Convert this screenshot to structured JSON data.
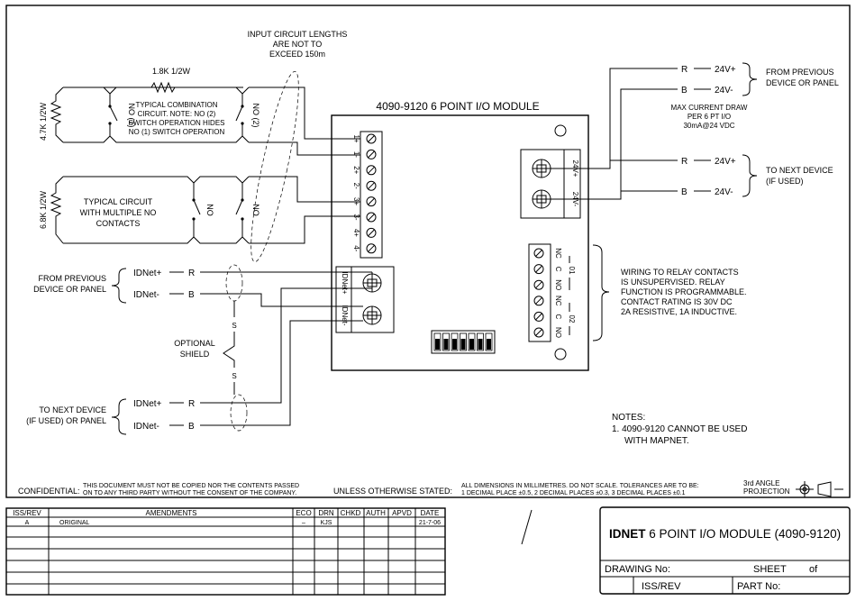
{
  "notes_top": {
    "input_lengths": [
      "INPUT CIRCUIT LENGTHS",
      "ARE NOT TO",
      "EXCEED 150m"
    ]
  },
  "resistors": {
    "r_1_8k": "1.8K 1/2W",
    "r_4_7k": "4.7K 1/2W",
    "r_6_8k": "6.8K 1/2W"
  },
  "combo_circuit_note": [
    "TYPICAL COMBINATION",
    "CIRCUIT. NOTE: NO (2)",
    "SWITCH OPERATION HIDES",
    "NO (1) SWITCH OPERATION"
  ],
  "switch_labels": {
    "no1": "NO (1)",
    "no2": "NO (2)",
    "no_a": "NO",
    "no_b": "NO"
  },
  "multi_circuit_note": [
    "TYPICAL CIRCUIT",
    "WITH MULTIPLE NO",
    "CONTACTS"
  ],
  "module": {
    "title": "4090-9120 6 POINT I/O MODULE",
    "io_terminals": [
      "1+",
      "1-",
      "2+",
      "2-",
      "3+",
      "3-",
      "4+",
      "4-"
    ],
    "power_terminals": [
      "24V+",
      "24V-"
    ],
    "idnet_terminals": [
      "IDNet+",
      "IDNet-"
    ],
    "relay_terminals": [
      "NC",
      "C",
      "NO",
      "NC",
      "C",
      "NO"
    ],
    "relay_groups": [
      "01",
      "02"
    ]
  },
  "power": {
    "from_prev": {
      "r_label": "R",
      "b_label": "B",
      "v_plus": "24V+",
      "v_minus": "24V-",
      "text": [
        "FROM PREVIOUS",
        "DEVICE OR PANEL"
      ]
    },
    "max_draw": [
      "MAX CURRENT DRAW",
      "PER 6 PT I/O",
      "30mA@24 VDC"
    ],
    "to_next": {
      "r_label": "R",
      "b_label": "B",
      "v_plus": "24V+",
      "v_minus": "24V-",
      "text": [
        "TO NEXT DEVICE",
        "(IF USED)"
      ]
    }
  },
  "relay_note": [
    "WIRING TO RELAY CONTACTS",
    "IS UNSUPERVISED. RELAY",
    "FUNCTION IS PROGRAMMABLE.",
    "CONTACT RATING IS 30V DC",
    "2A RESISTIVE, 1A INDUCTIVE."
  ],
  "idnet_in": {
    "text": [
      "FROM PREVIOUS",
      "DEVICE OR PANEL"
    ],
    "plus": "IDNet+",
    "minus": "IDNet-",
    "r": "R",
    "b": "B"
  },
  "idnet_out": {
    "text": [
      "TO NEXT DEVICE",
      "(IF USED) OR PANEL"
    ],
    "plus": "IDNet+",
    "minus": "IDNet-",
    "r": "R",
    "b": "B"
  },
  "shield": {
    "label": [
      "OPTIONAL",
      "SHIELD"
    ],
    "s": "S"
  },
  "notes": {
    "heading": "NOTES:",
    "items": [
      "1. 4090-9120 CANNOT BE USED",
      "WITH MAPNET."
    ]
  },
  "footer": {
    "confidential_label": "CONFIDENTIAL:",
    "confidential_text": [
      "THIS DOCUMENT MUST NOT BE COPIED NOR THE CONTENTS PASSED",
      "ON TO ANY THIRD PARTY WITHOUT THE CONSENT OF THE COMPANY."
    ],
    "unless_label": "UNLESS OTHERWISE STATED:",
    "unless_text": [
      "ALL DIMENSIONS IN MILLIMETRES. DO NOT SCALE. TOLERANCES ARE TO BE:",
      "1 DECIMAL PLACE ±0.5, 2 DECIMAL PLACES ±0.3, 3 DECIMAL PLACES ±0.1"
    ],
    "projection": [
      "3rd ANGLE",
      "PROJECTION"
    ]
  },
  "revision_table": {
    "headers": [
      "ISS/REV",
      "AMENDMENTS",
      "ECO",
      "DRN",
      "CHKD",
      "AUTH",
      "APVD",
      "DATE"
    ],
    "rows": [
      [
        "A",
        "ORIGINAL",
        "–",
        "KJS",
        "",
        "",
        "",
        "21-7-06"
      ]
    ]
  },
  "title_block": {
    "title_bold": "IDNET",
    "title_rest": " 6 POINT I/O MODULE (4090-9120)",
    "drawing_no": "DRAWING  No:",
    "sheet": "SHEET",
    "of": "of",
    "iss_rev": "ISS/REV",
    "part_no": "PART  No:"
  }
}
